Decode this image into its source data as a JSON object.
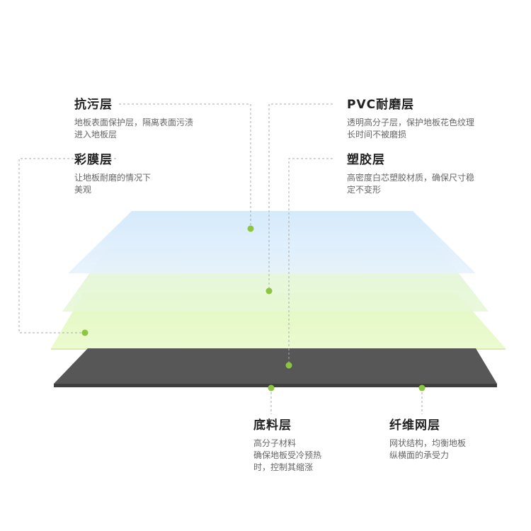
{
  "layers": [
    {
      "id": "antifouling",
      "title": "抗污层",
      "desc": [
        "地板表面保护层，隔离表面污渍",
        "进入地板层"
      ]
    },
    {
      "id": "colorfilm",
      "title": "彩膜层",
      "desc": [
        "让地板耐磨的情况下",
        "美观"
      ]
    },
    {
      "id": "pvcwear",
      "title": "PVC耐磨层",
      "desc": [
        "透明高分子层，保护地板花色纹理",
        "长时间不被磨损"
      ]
    },
    {
      "id": "plastic",
      "title": "塑胶层",
      "desc": [
        "高密度白芯塑胶材质，确保尺寸稳",
        "定不变形"
      ]
    },
    {
      "id": "base",
      "title": "底料层",
      "desc": [
        "高分子材料",
        "确保地板受冷预热",
        "时，控制其缩涨"
      ]
    },
    {
      "id": "fiber",
      "title": "纤维网层",
      "desc": [
        "网状结构，均衡地板",
        "纵横面的承受力"
      ]
    }
  ],
  "colors": {
    "accent_dot": "#8cc63f",
    "leader_line": "#aaaaaa",
    "sheet_blue": "#d6ebfb",
    "sheet_green_light": "#e4f7cc",
    "sheet_green": "#e7fac4",
    "sheet_dark": "#555555"
  }
}
